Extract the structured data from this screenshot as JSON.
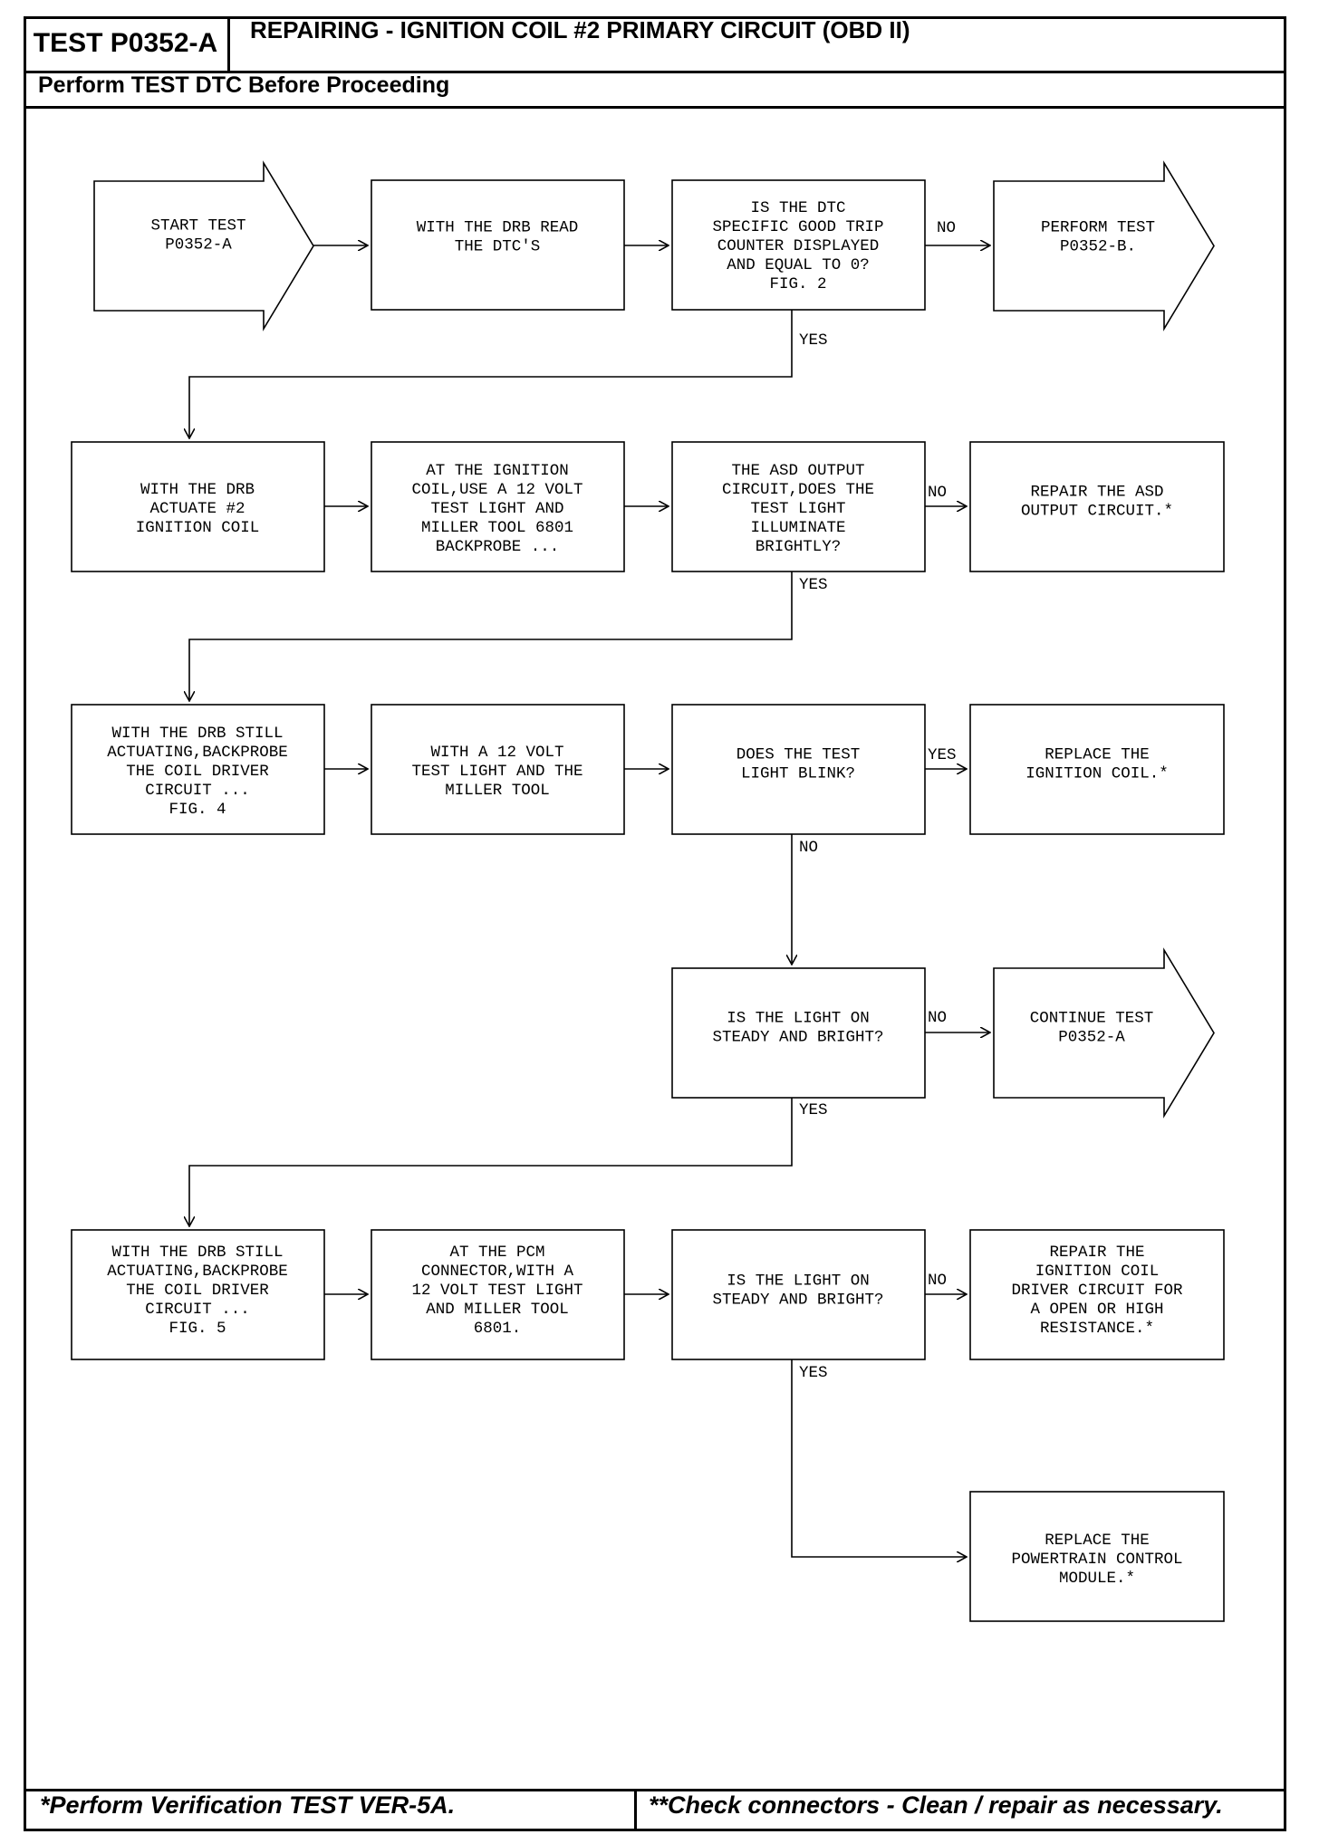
{
  "header": {
    "test_id": "TEST P0352-A",
    "title": "REPAIRING - IGNITION COIL #2 PRIMARY CIRCUIT (OBD II)",
    "subtitle": "Perform TEST DTC Before Proceeding"
  },
  "footer": {
    "left": "*Perform Verification TEST VER-5A.",
    "right": "**Check connectors - Clean / repair as necessary."
  },
  "flowchart": {
    "start": [
      "START TEST",
      "P0352-A"
    ],
    "read_dtc": [
      "WITH THE DRB READ",
      "THE DTC'S"
    ],
    "q_trip_counter": [
      "IS THE DTC",
      "SPECIFIC GOOD TRIP",
      "COUNTER DISPLAYED",
      "AND EQUAL TO 0?",
      "FIG. 2"
    ],
    "perform_b": [
      "PERFORM TEST",
      "P0352-B."
    ],
    "actuate": [
      "WITH THE DRB",
      "ACTUATE #2",
      "IGNITION COIL"
    ],
    "backprobe_asd": [
      "AT THE IGNITION",
      "COIL,USE A 12 VOLT",
      "TEST LIGHT AND",
      "MILLER TOOL 6801",
      "BACKPROBE ..."
    ],
    "q_asd": [
      "THE ASD OUTPUT",
      "CIRCUIT,DOES THE",
      "TEST LIGHT",
      "ILLUMINATE",
      "BRIGHTLY?"
    ],
    "repair_asd": [
      "REPAIR THE ASD",
      "OUTPUT CIRCUIT.*"
    ],
    "backprobe_driver_1": [
      "WITH THE DRB STILL",
      "ACTUATING,BACKPROBE",
      "THE COIL DRIVER",
      "CIRCUIT ...",
      "FIG. 4"
    ],
    "test_light_miller": [
      "WITH A 12 VOLT",
      "TEST LIGHT AND THE",
      "MILLER TOOL"
    ],
    "q_blink": [
      "DOES THE TEST",
      "LIGHT BLINK?"
    ],
    "replace_coil": [
      "REPLACE THE",
      "IGNITION COIL.*"
    ],
    "q_steady_1": [
      "IS THE LIGHT ON",
      "STEADY AND BRIGHT?"
    ],
    "continue_a": [
      "CONTINUE TEST",
      "P0352-A"
    ],
    "backprobe_driver_2": [
      "WITH THE DRB STILL",
      "ACTUATING,BACKPROBE",
      "THE COIL DRIVER",
      "CIRCUIT ...",
      "FIG. 5"
    ],
    "pcm_connector": [
      "AT THE PCM",
      "CONNECTOR,WITH A",
      "12 VOLT TEST LIGHT",
      "AND MILLER TOOL",
      "6801."
    ],
    "q_steady_2": [
      "IS THE LIGHT ON",
      "STEADY AND BRIGHT?"
    ],
    "repair_driver": [
      "REPAIR THE",
      "IGNITION COIL",
      "DRIVER CIRCUIT FOR",
      "A OPEN OR HIGH",
      "RESISTANCE.*"
    ],
    "replace_pcm": [
      "REPLACE THE",
      "POWERTRAIN CONTROL",
      "MODULE.*"
    ],
    "labels": {
      "no_trip": "NO",
      "yes_trip": "YES",
      "no_asd": "NO",
      "yes_asd": "YES",
      "yes_blink": "YES",
      "no_blink": "NO",
      "no_steady_1": "NO",
      "yes_steady_1": "YES",
      "no_steady_2": "NO",
      "yes_steady_2": "YES"
    }
  }
}
